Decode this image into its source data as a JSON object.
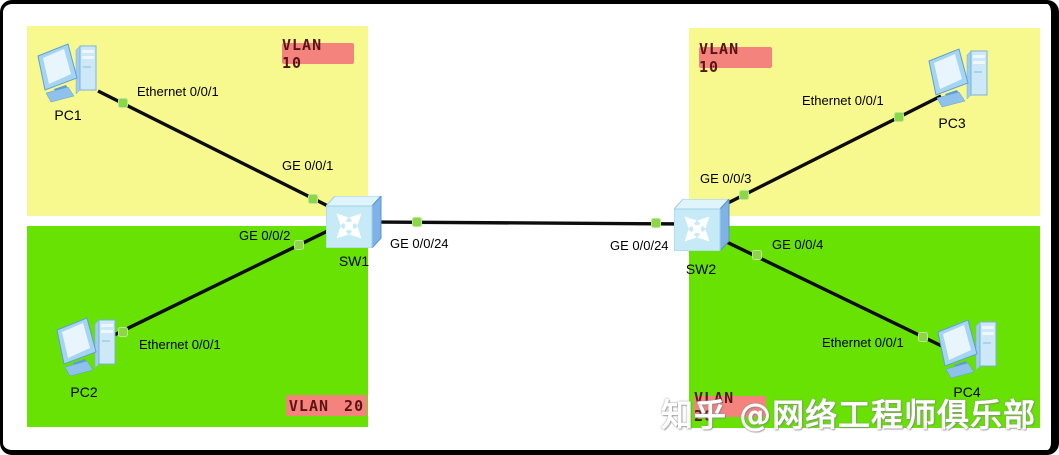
{
  "diagram_type": "network-topology",
  "devices": {
    "pc1": {
      "label": "PC1",
      "type": "pc"
    },
    "pc2": {
      "label": "PC2",
      "type": "pc"
    },
    "pc3": {
      "label": "PC3",
      "type": "pc"
    },
    "pc4": {
      "label": "PC4",
      "type": "pc"
    },
    "sw1": {
      "label": "SW1",
      "type": "switch"
    },
    "sw2": {
      "label": "SW2",
      "type": "switch"
    }
  },
  "ports": {
    "pc1_eth": "Ethernet 0/0/1",
    "pc2_eth": "Ethernet 0/0/1",
    "pc3_eth": "Ethernet 0/0/1",
    "pc4_eth": "Ethernet 0/0/1",
    "sw1_ge1": "GE 0/0/1",
    "sw1_ge2": "GE 0/0/2",
    "sw1_ge24": "GE 0/0/24",
    "sw2_ge24": "GE 0/0/24",
    "sw2_ge3": "GE 0/0/3",
    "sw2_ge4": "GE 0/0/4"
  },
  "vlans": {
    "left_top": "VLAN 10",
    "right_top": "VLAN 10",
    "left_bottom": "VLAN 20",
    "right_bottom": "VLAN 20"
  },
  "links": [
    {
      "from": "PC1",
      "from_port": "Ethernet 0/0/1",
      "to": "SW1",
      "to_port": "GE 0/0/1"
    },
    {
      "from": "PC2",
      "from_port": "Ethernet 0/0/1",
      "to": "SW1",
      "to_port": "GE 0/0/2"
    },
    {
      "from": "SW1",
      "from_port": "GE 0/0/24",
      "to": "SW2",
      "to_port": "GE 0/0/24"
    },
    {
      "from": "SW2",
      "from_port": "GE 0/0/3",
      "to": "PC3",
      "to_port": "Ethernet 0/0/1"
    },
    {
      "from": "SW2",
      "from_port": "GE 0/0/4",
      "to": "PC4",
      "to_port": "Ethernet 0/0/1"
    }
  ],
  "watermark": {
    "text": "知乎 @网络工程师俱乐部"
  },
  "colors": {
    "vlan10_zone": "#f7f88e",
    "vlan20_zone": "#67e203",
    "vlan_badge_bg": "#f5837d",
    "vlan_badge_text": "#5a1414",
    "link_line": "#0d0d0d",
    "endpoint_dot": "#8cd64a",
    "switch_front": "#c7eaf7",
    "switch_side": "#7fb2e6",
    "pc_body": "#a6d5f3"
  }
}
